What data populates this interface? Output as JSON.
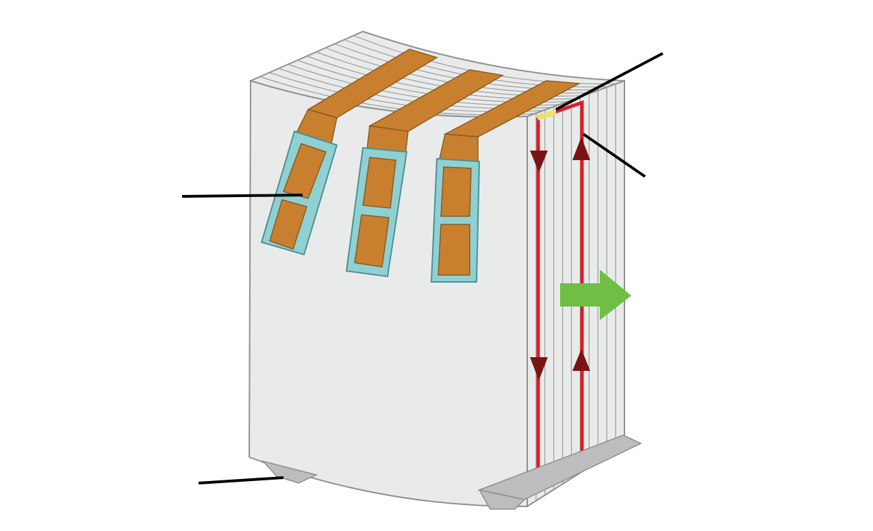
{
  "diagram": {
    "subject": "laminated-core-segment-with-coils",
    "components": [
      {
        "id": "core-top-laminations",
        "icon": "lamination-stack"
      },
      {
        "id": "coil-conductor",
        "count": 3
      },
      {
        "id": "slot-insulation",
        "count": 3
      },
      {
        "id": "eddy-current-loop",
        "icon": "current-loop-arrows"
      },
      {
        "id": "force-direction",
        "icon": "arrow-right-icon"
      },
      {
        "id": "mounting-rail"
      },
      {
        "id": "mounting-foot"
      }
    ],
    "colors": {
      "core_front": "#e9ebeb",
      "core_outline": "#8f8f8f",
      "lamination_line": "#9a9a9a",
      "coil": "#c8802f",
      "coil_outline": "#8a5a20",
      "insulation": "#8fd0d3",
      "insulation_outline": "#4d8f93",
      "current_loop": "#e11b22",
      "current_arrow": "#7a1414",
      "force_arrow": "#6fbf44",
      "rail": "#bdbdbd",
      "rail_dark": "#8c8c8c",
      "leader_line": "#000000",
      "highlight": "#e8e46a"
    }
  }
}
